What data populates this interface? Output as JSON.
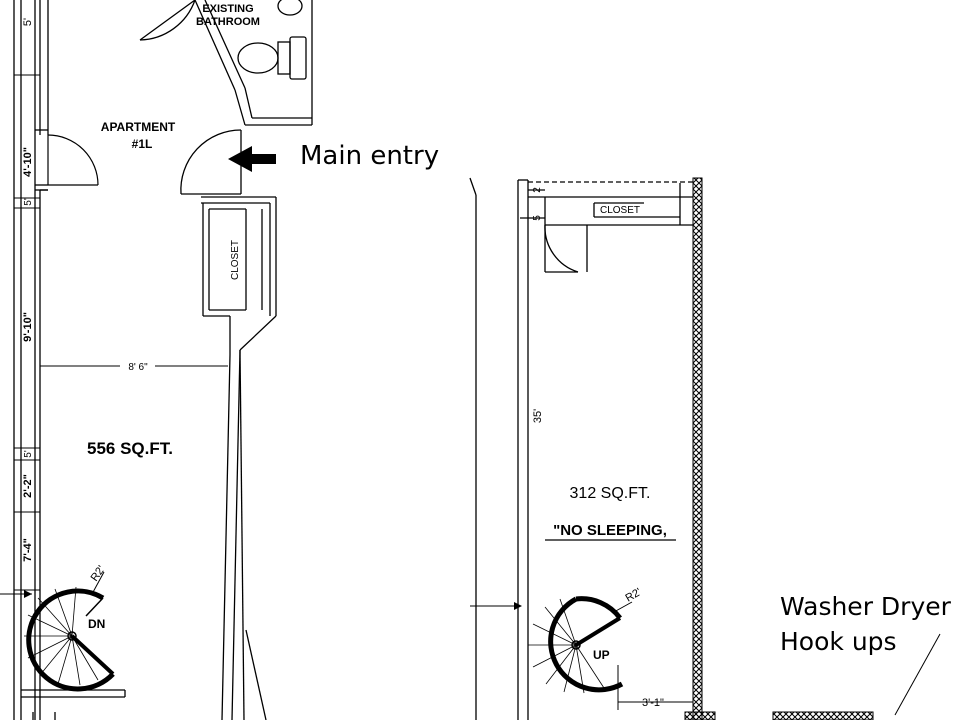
{
  "rooms": {
    "bathroom_line1": "EXISTING",
    "bathroom_line2": "BATHROOM",
    "apartment_line1": "APARTMENT",
    "apartment_line2": "#1L",
    "closet_left": "CLOSET",
    "closet_right": "CLOSET"
  },
  "areas": {
    "left": "556 SQ.FT.",
    "right": "312 SQ.FT."
  },
  "notes": {
    "no_sleeping": "\"NO SLEEPING,",
    "main_entry": "Main entry",
    "washer_line1": "Washer Dryer",
    "washer_line2": "Hook ups"
  },
  "dimensions": {
    "d_5_top": "5'",
    "d_4_10": "4'-10\"",
    "d_5_a": "5'",
    "d_9_10": "9'-10\"",
    "d_5_b": "5'",
    "d_2_2": "2'-2\"",
    "d_7_4": "7'-4\"",
    "d_8_6": "8' 6\"",
    "d_2_right": "2",
    "d_5_right": "5",
    "d_35": "35'",
    "d_3_1": "3'-1\"",
    "r_left": "R2'",
    "r_right": "R2'"
  },
  "stairs": {
    "down": "DN",
    "up": "UP"
  }
}
